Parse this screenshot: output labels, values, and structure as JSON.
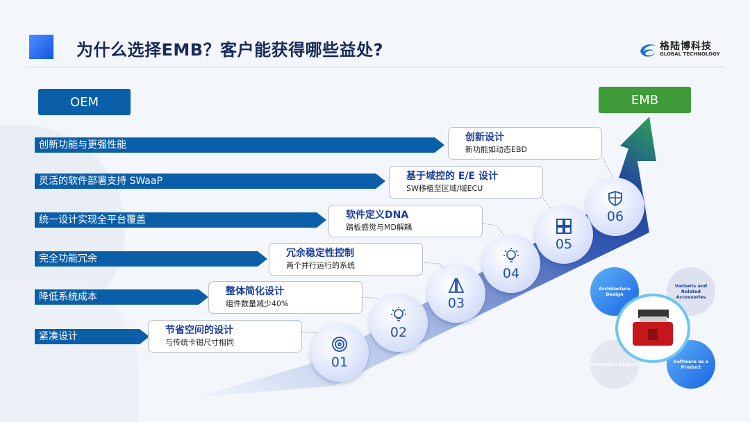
{
  "header": {
    "title": "为什么选择EMB？客户能获得哪些益处?",
    "logo_cn": "格陆博科技",
    "logo_en": "GLOBAL TECHNOLOGY"
  },
  "oem_label": "OEM",
  "emb_label": "EMB",
  "colors": {
    "bar_blue": "#0b5ea8",
    "emb_green": "#3f9a3a",
    "heading_blue": "#1a3d9a"
  },
  "benefits": [
    {
      "bar": "创新功能与更强性能",
      "title": "创新设计",
      "desc": "新功能如动态EBD",
      "num": "06",
      "icon": "shield-icon"
    },
    {
      "bar": "灵活的软件部署支持 SWaaP",
      "title": "基于域控的 E/E 设计",
      "desc": "SW移植至区域/域ECU",
      "num": "05",
      "icon": "grid-icon"
    },
    {
      "bar": "统一设计实现全平台覆盖",
      "title": "软件定义DNA",
      "desc": "踏板感觉与MD解耦",
      "num": "04",
      "icon": "lightbulb-icon"
    },
    {
      "bar": "完全功能冗余",
      "title": "冗余稳定性控制",
      "desc": "两个并行运行的系统",
      "num": "03",
      "icon": "sail-icon"
    },
    {
      "bar": "降低系统成本",
      "title": "整体简化设计",
      "desc": "组件数量减少40%",
      "num": "02",
      "icon": "lightbulb-icon"
    },
    {
      "bar": "紧凑设计",
      "title": "节省空间的设计",
      "desc": "与传统卡钳尺寸相同",
      "num": "01",
      "icon": "brake-disc-icon"
    }
  ],
  "cycle": {
    "items": [
      "Architecture Design",
      "Variants and Related Accessories",
      "Software as a Product",
      "Innovative Feature"
    ]
  }
}
